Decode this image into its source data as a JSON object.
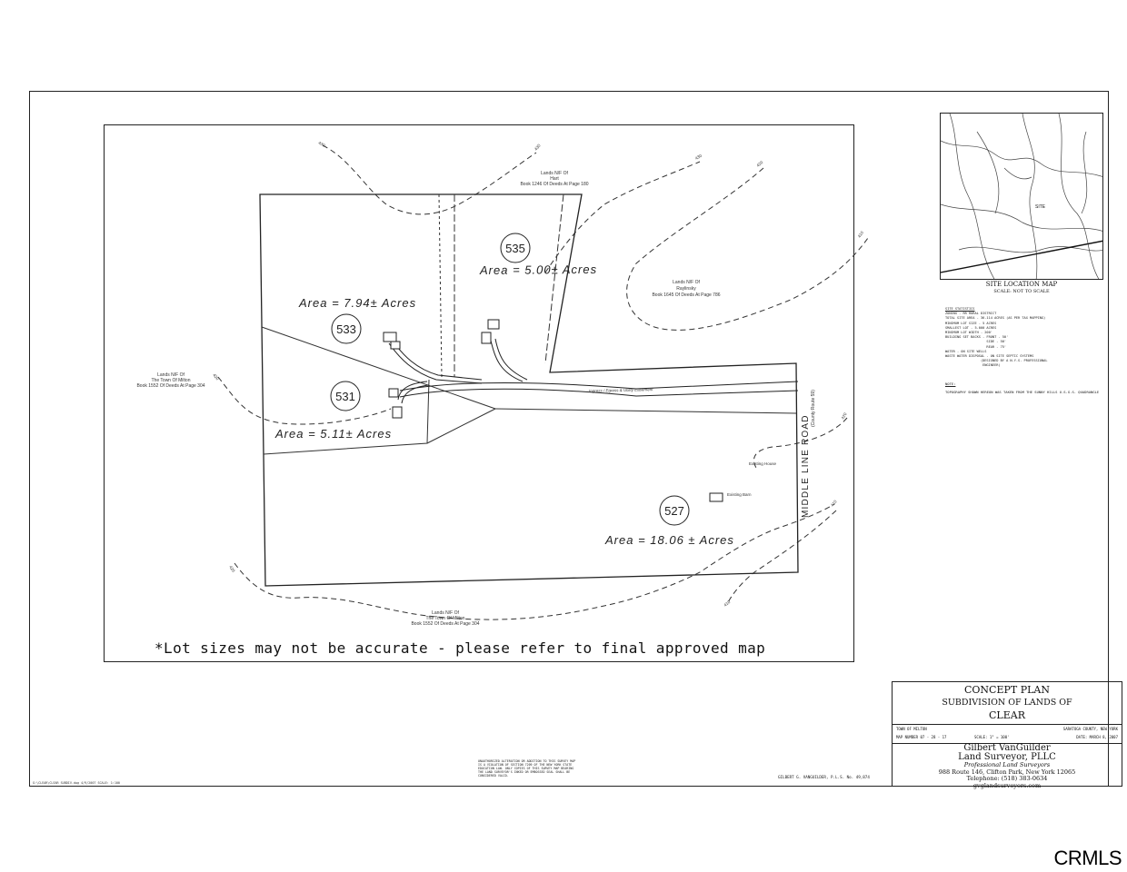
{
  "lots": [
    {
      "number": "533",
      "area": "Area = 7.94± Acres"
    },
    {
      "number": "535",
      "area": "Area = 5.00± Acres"
    },
    {
      "number": "531",
      "area": "Area = 5.11± Acres"
    },
    {
      "number": "527",
      "area": "Area = 18.06 ± Acres"
    }
  ],
  "adjoiners": {
    "hart_line1": "Lands N/F Of",
    "hart_line2": "Hart",
    "hart_line3": "Book 1246 Of Deeds At Page 180",
    "raylinsky_line1": "Lands N/F Of",
    "raylinsky_line2": "Raylinsky",
    "raylinsky_line3": "Book 1645 Of Deeds At Page 786",
    "milton_west_line1": "Lands N/F Of",
    "milton_west_line2": "The Town Of Milton",
    "milton_west_line3": "Book 1552 Of Deeds At Page 304",
    "milton_south_line1": "Lands N/F Of",
    "milton_south_line2": "The Town Of Milton",
    "milton_south_line3": "Book 1552 Of Deeds At Page 304"
  },
  "road": {
    "name": "MIDDLE LINE ROAD",
    "route": "(County Route 59)",
    "easement": "Ingress / Egress & Utility Easement"
  },
  "structures": {
    "existing_barn": "Existing Barn",
    "existing_house": "Existing House"
  },
  "contours": [
    "430",
    "430",
    "430",
    "420",
    "410",
    "420",
    "420",
    "420",
    "410",
    "410",
    "400"
  ],
  "disclaimer": "*Lot sizes may not be accurate - please refer to final approved map",
  "site_location_map": {
    "title": "SITE LOCATION MAP",
    "scale": "SCALE: NOT TO SCALE",
    "site_marker": "SITE"
  },
  "site_statistics": {
    "heading": "SITE STATISTICS",
    "lines": [
      "ZONING - RR RURAL DISTRICT",
      "TOTAL SITE AREA - 36.114 ACRES (AS PER TAX MAPPING)",
      "MINIMUM LOT SIZE - 5 ACRES",
      "SMALLEST LOT - 5.000 ACRES",
      "MINIMUM LOT WIDTH - 200'",
      "BUILDING SET BACKS - FRONT - 50'",
      "                     SIDE - 50'",
      "                     REAR - 75'",
      "WATER - ON SITE WELLS",
      "WASTE WATER DISPOSAL - ON SITE SEPTIC SYSTEMS",
      "                  (DESIGNED BY A N.Y.S. PROFESSIONAL",
      "                   ENGINEER)"
    ],
    "note_heading": "NOTE:",
    "note_text": "TOPOGRAPHY SHOWN HEREON WAS TAKEN FROM THE SUNNY HILLS U.S.G.S. QUADRANGLE"
  },
  "title_block": {
    "line1": "CONCEPT PLAN",
    "line2": "SUBDIVISION OF LANDS OF",
    "line3": "CLEAR",
    "town": "TOWN OF MILTON",
    "county": "SARATOGA COUNTY, NEW YORK",
    "map_number": "MAP NUMBER 07 - 28 - 17",
    "scale": "SCALE: 1\" = 100'",
    "date": "DATE: MARCH 8, 2007",
    "firm_name": "Gilbert VanGuilder",
    "firm_name2": "Land Surveyor, PLLC",
    "firm_type": "Professional Land Surveyors",
    "address": "988 Route 146, Clifton Park, New York 12065",
    "phone": "Telephone: (518) 383-0634",
    "website": "gvglandsurveyors.com"
  },
  "legal_notes": "UNAUTHORIZED ALTERATION OR ADDITION TO THIS SURVEY MAP IS A VIOLATION OF SECTION 7209 OF THE NEW YORK STATE EDUCATION LAW. ONLY COPIES OF THIS SURVEY MAP BEARING THE LAND SURVEYOR'S INKED OR EMBOSSED SEAL SHALL BE CONSIDERED VALID.",
  "surveyor_signature": "GILBERT G. VANGUILDER, P.L.S. No. 49,874",
  "drawing_id": "G:\\CLEAR\\CLEAR SUBDIV.dwg   4/9/2007   SCALE: 1:100",
  "watermark": "CRMLS"
}
